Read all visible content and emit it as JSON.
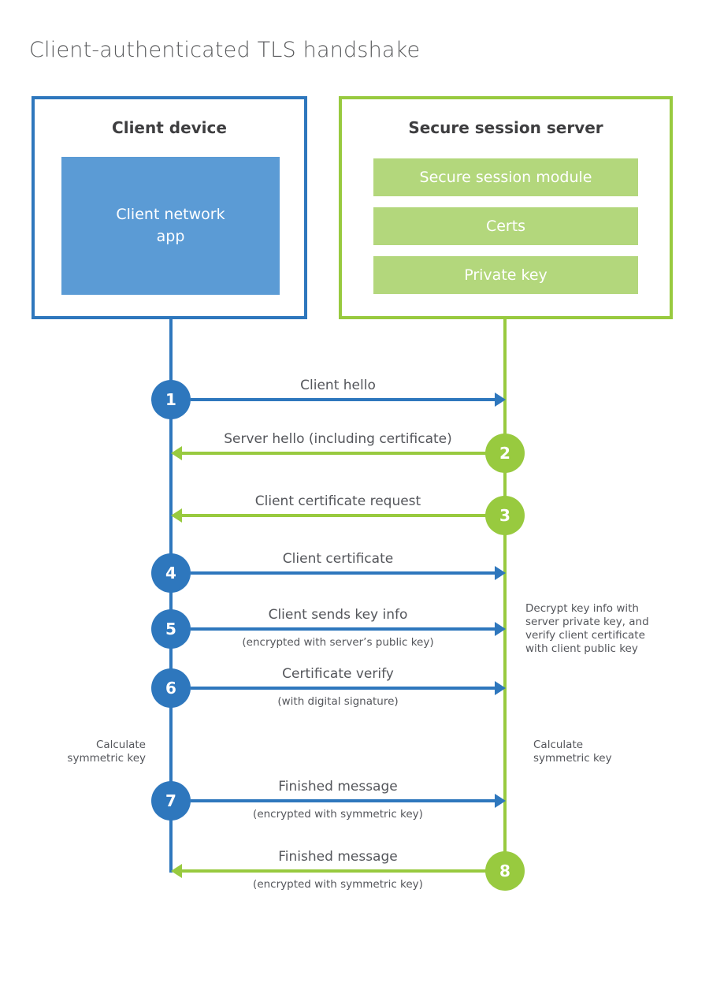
{
  "title": "Client-authenticated TLS handshake",
  "colors": {
    "blue": "#2e77bd",
    "blue_light": "#5b9bd5",
    "green": "#98ca3f",
    "green_light": "#b3d77c",
    "text_dark": "#3e3e40",
    "text_gray": "#54565b"
  },
  "client": {
    "title": "Client device",
    "module": "Client network app"
  },
  "server": {
    "title": "Secure session server",
    "modules": [
      "Secure session module",
      "Certs",
      "Private key"
    ]
  },
  "steps": [
    {
      "num": "1",
      "side": "client",
      "label": "Client hello",
      "sub": ""
    },
    {
      "num": "2",
      "side": "server",
      "label": "Server hello (including certificate)",
      "sub": ""
    },
    {
      "num": "3",
      "side": "server",
      "label": "Client certificate request",
      "sub": ""
    },
    {
      "num": "4",
      "side": "client",
      "label": "Client certificate",
      "sub": ""
    },
    {
      "num": "5",
      "side": "client",
      "label": "Client sends key info",
      "sub": "(encrypted with server’s public key)"
    },
    {
      "num": "6",
      "side": "client",
      "label": "Certificate verify",
      "sub": "(with digital signature)"
    },
    {
      "num": "7",
      "side": "client",
      "label": "Finished message",
      "sub": "(encrypted with symmetric key)"
    },
    {
      "num": "8",
      "side": "server",
      "label": "Finished message",
      "sub": "(encrypted with symmetric key)"
    }
  ],
  "annotations": {
    "calculate_left": "Calculate symmetric key",
    "calculate_right": "Calculate symmetric key",
    "decrypt_note": "Decrypt key info with server private key, and verify client certificate with client public key"
  }
}
